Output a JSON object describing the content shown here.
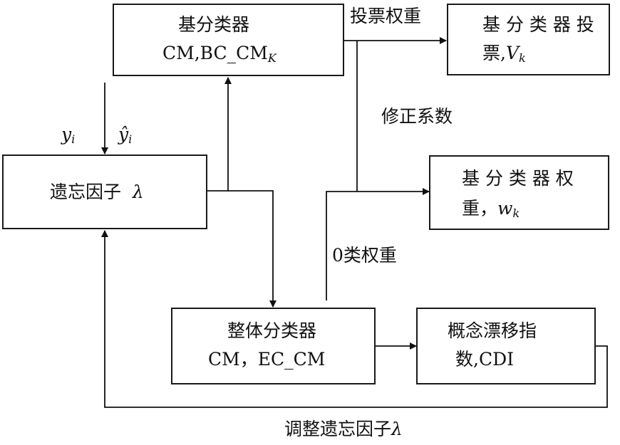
{
  "boxes": {
    "base_classifier": {
      "line1": "基分类器",
      "line2_main": "CM,BC_CM",
      "line2_sub": "K"
    },
    "base_vote": {
      "line1": "基 分 类 器 投",
      "line2_main": "票,",
      "line2_var": "V",
      "line2_sub": "k"
    },
    "base_weight": {
      "line1": "基 分 类 器 权",
      "line2_main": "重，",
      "line2_var": "w",
      "line2_sub": "k"
    },
    "forgetting_factor": {
      "main": "遗忘因子",
      "symbol": "λ"
    },
    "ensemble_classifier": {
      "line1": "整体分类器",
      "line2": "CM，EC_CM"
    },
    "cdi": {
      "line1": "概念漂移指",
      "line2": "数,CDI"
    }
  },
  "labels": {
    "vote_weight": "投票权重",
    "correction_coefficient": "修正系数",
    "class0_weight": "0类权重",
    "y_var": "y",
    "y_sub": "i",
    "yhat_var": "ŷ",
    "yhat_sub": "i",
    "adjust_main": "调整遗忘因子",
    "adjust_symbol": "λ"
  }
}
